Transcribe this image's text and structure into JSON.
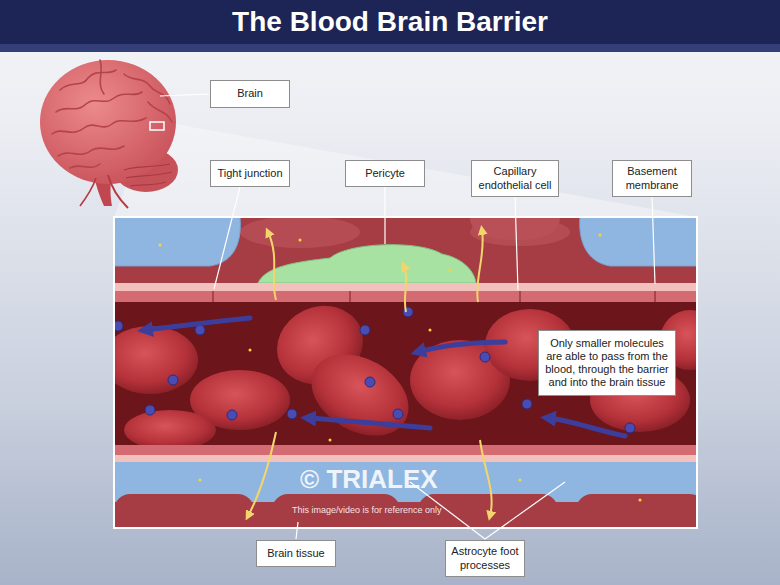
{
  "diagram": {
    "title": "The Blood Brain Barrier",
    "nodes": [
      {
        "text": [
          "Brain"
        ]
      },
      {
        "text": [
          "Tight junction"
        ]
      },
      {
        "text": [
          "Pericyte"
        ]
      },
      {
        "text": [
          "Capillary endothelial cell"
        ]
      },
      {
        "text": [
          "Basement membrane"
        ]
      },
      {
        "text": [
          "Only smaller molecules are able to pass from the blood, through the barrier and into the brain tissue"
        ]
      },
      {
        "text": [
          "Brain tissue"
        ]
      },
      {
        "text": [
          "Astrocyte foot processes"
        ]
      }
    ],
    "labels": [
      "© TRIALEX",
      "This image/video is for reference only"
    ]
  }
}
